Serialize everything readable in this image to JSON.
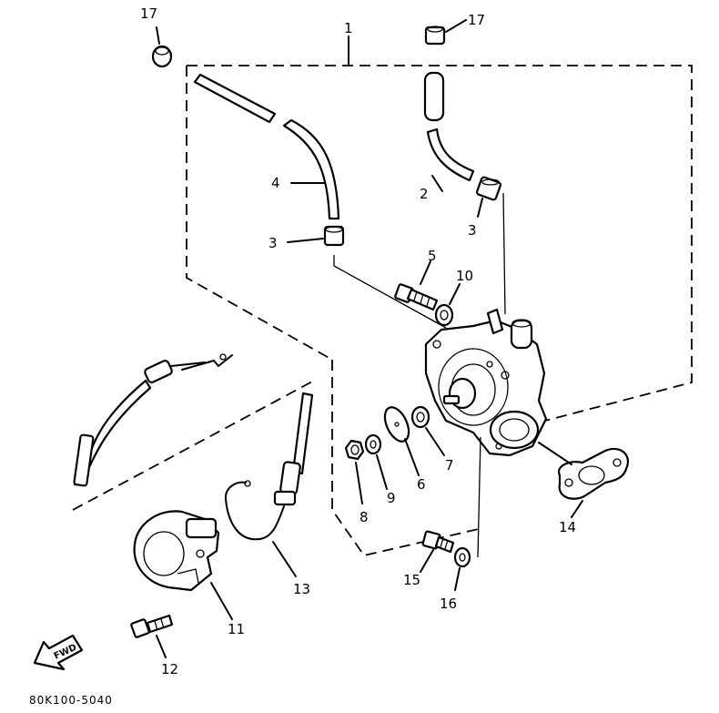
{
  "callouts": {
    "c1": "1",
    "c2": "2",
    "c3a": "3",
    "c3b": "3",
    "c4": "4",
    "c5": "5",
    "c6": "6",
    "c7": "7",
    "c8": "8",
    "c9": "9",
    "c10": "10",
    "c11": "11",
    "c12": "12",
    "c13": "13",
    "c14": "14",
    "c15": "15",
    "c16": "16",
    "c17a": "17",
    "c17b": "17"
  },
  "fwd_label": "FWD",
  "drawing_code": "80K100-5040"
}
